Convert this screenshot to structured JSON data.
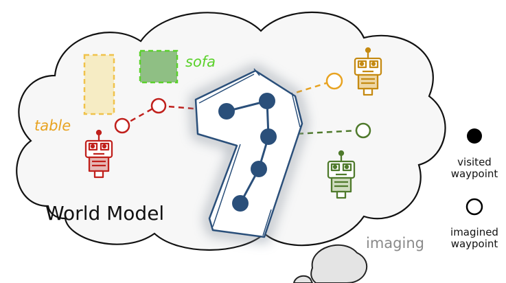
{
  "title": "World Model",
  "labels": {
    "table": "table",
    "sofa": "sofa",
    "imaging": "imaging"
  },
  "legend": {
    "visited_line1": "visited",
    "visited_line2": "waypoint",
    "imagined_line1": "imagined",
    "imagined_line2": "waypoint"
  },
  "colors": {
    "navy": "#2a4f7a",
    "red": "#c0201c",
    "orange": "#e8a321",
    "green": "#4f7a2c",
    "table_yellow": "#f0c24a",
    "sofa_green": "#5ad12a",
    "cloud_fill": "#f7f7f7",
    "gray_label": "#8a8a8a"
  },
  "robots": [
    {
      "name": "red-robot",
      "color": "#c0201c"
    },
    {
      "name": "orange-robot",
      "color": "#c58a12"
    },
    {
      "name": "green-robot",
      "color": "#4f7a2c"
    }
  ]
}
